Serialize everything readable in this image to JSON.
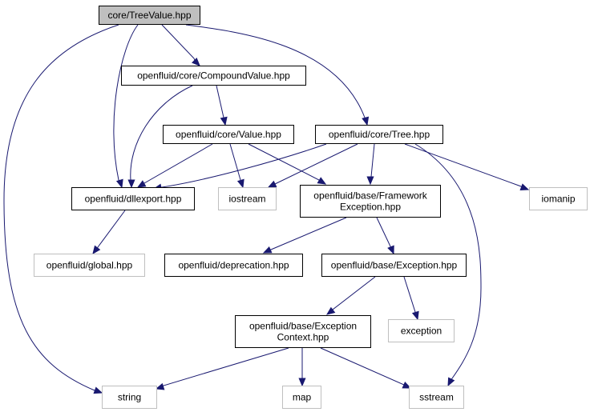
{
  "colors": {
    "root_fill": "#bfbfbf",
    "node_fill": "#ffffff",
    "node_border": "#000000",
    "external_border": "#bfbfbf",
    "edge": "#191970"
  },
  "nodes": [
    {
      "id": "treevalue",
      "lines": [
        "core/TreeValue.hpp"
      ],
      "kind": "root"
    },
    {
      "id": "compoundvalue",
      "lines": [
        "openfluid/core/CompoundValue.hpp"
      ],
      "kind": "internal"
    },
    {
      "id": "value",
      "lines": [
        "openfluid/core/Value.hpp"
      ],
      "kind": "internal"
    },
    {
      "id": "tree",
      "lines": [
        "openfluid/core/Tree.hpp"
      ],
      "kind": "internal"
    },
    {
      "id": "dllexport",
      "lines": [
        "openfluid/dllexport.hpp"
      ],
      "kind": "internal"
    },
    {
      "id": "iostream",
      "lines": [
        "iostream"
      ],
      "kind": "external"
    },
    {
      "id": "frameworkexception",
      "lines": [
        "openfluid/base/Framework",
        "Exception.hpp"
      ],
      "kind": "internal"
    },
    {
      "id": "iomanip",
      "lines": [
        "iomanip"
      ],
      "kind": "external"
    },
    {
      "id": "global",
      "lines": [
        "openfluid/global.hpp"
      ],
      "kind": "external"
    },
    {
      "id": "deprecation",
      "lines": [
        "openfluid/deprecation.hpp"
      ],
      "kind": "internal"
    },
    {
      "id": "exception_hpp",
      "lines": [
        "openfluid/base/Exception.hpp"
      ],
      "kind": "internal"
    },
    {
      "id": "exceptioncontext",
      "lines": [
        "openfluid/base/Exception",
        "Context.hpp"
      ],
      "kind": "internal"
    },
    {
      "id": "exception",
      "lines": [
        "exception"
      ],
      "kind": "external"
    },
    {
      "id": "string",
      "lines": [
        "string"
      ],
      "kind": "external"
    },
    {
      "id": "map",
      "lines": [
        "map"
      ],
      "kind": "external"
    },
    {
      "id": "sstream",
      "lines": [
        "sstream"
      ],
      "kind": "external"
    }
  ],
  "edges": [
    {
      "from": "treevalue",
      "to": "compoundvalue"
    },
    {
      "from": "treevalue",
      "to": "dllexport"
    },
    {
      "from": "treevalue",
      "to": "tree"
    },
    {
      "from": "treevalue",
      "to": "string"
    },
    {
      "from": "compoundvalue",
      "to": "value"
    },
    {
      "from": "compoundvalue",
      "to": "dllexport"
    },
    {
      "from": "value",
      "to": "dllexport"
    },
    {
      "from": "value",
      "to": "iostream"
    },
    {
      "from": "value",
      "to": "frameworkexception"
    },
    {
      "from": "tree",
      "to": "dllexport"
    },
    {
      "from": "tree",
      "to": "iostream"
    },
    {
      "from": "tree",
      "to": "frameworkexception"
    },
    {
      "from": "tree",
      "to": "iomanip"
    },
    {
      "from": "tree",
      "to": "sstream"
    },
    {
      "from": "dllexport",
      "to": "global"
    },
    {
      "from": "frameworkexception",
      "to": "deprecation"
    },
    {
      "from": "frameworkexception",
      "to": "exception_hpp"
    },
    {
      "from": "exception_hpp",
      "to": "exceptioncontext"
    },
    {
      "from": "exception_hpp",
      "to": "exception"
    },
    {
      "from": "exceptioncontext",
      "to": "string"
    },
    {
      "from": "exceptioncontext",
      "to": "map"
    },
    {
      "from": "exceptioncontext",
      "to": "sstream"
    }
  ]
}
